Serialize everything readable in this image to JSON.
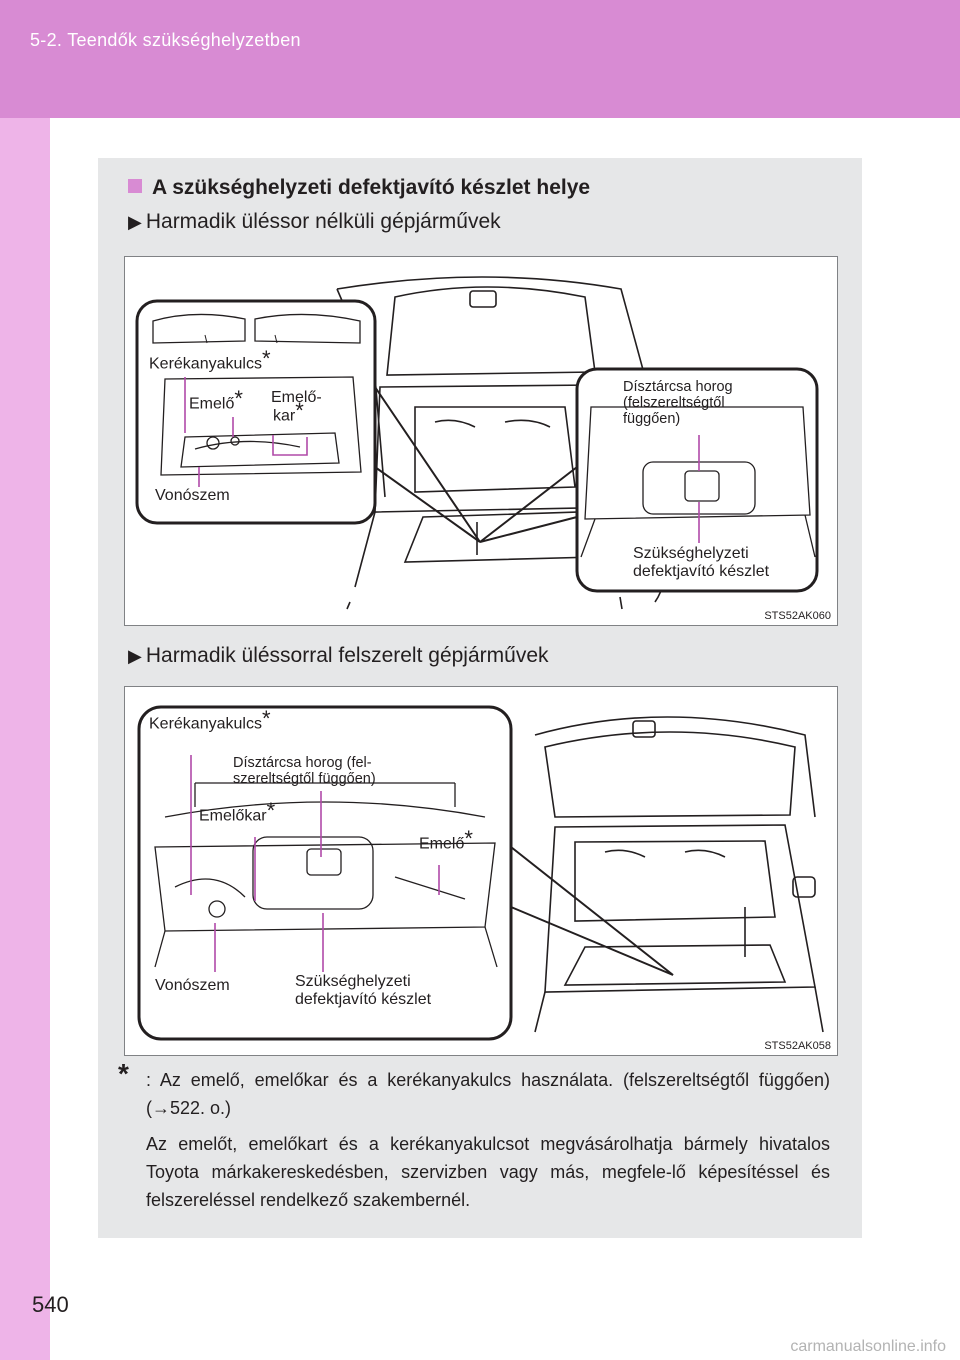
{
  "header": {
    "section": "5-2. Teendők szükséghelyzetben"
  },
  "page": {
    "number": "540"
  },
  "panel": {
    "heading": "A szükséghelyzeti defektjavító készlet helye",
    "variant_a": {
      "label": "Harmadik üléssor nélküli gépjárművek",
      "code": "STS52AK060",
      "callouts": {
        "wheel_nut_wrench": "Kerékanyakulcs",
        "jack": "Emelő",
        "jack_handle_1": "Emelő-",
        "jack_handle_2": "kar",
        "tow_eye": "Vonószem",
        "hook_1": "Dísztárcsa horog",
        "hook_2": "(felszereltségtől",
        "hook_3": "függően)",
        "kit_1": "Szükséghelyzeti",
        "kit_2": "defektjavító készlet"
      }
    },
    "variant_b": {
      "label": "Harmadik üléssorral felszerelt gépjárművek",
      "code": "STS52AK058",
      "callouts": {
        "wheel_nut_wrench": "Kerékanyakulcs",
        "hook_1": "Dísztárcsa horog (fel-",
        "hook_2": "szereltségtől függően)",
        "jack_handle": "Emelőkar",
        "jack": "Emelő",
        "tow_eye": "Vonószem",
        "kit_1": "Szükséghelyzeti",
        "kit_2": "defektjavító készlet"
      }
    },
    "asterisk": "*",
    "note_1": ": Az emelő, emelőkar és a kerékanyakulcs használata. (felszereltségtől függően) (→522. o.)",
    "note_2": "Az emelőt, emelőkart és a kerékanyakulcsot megvásárolhatja bármely hivatalos Toyota márkakereskedésben, szervizben vagy más, megfele-lő képesítéssel és felszereléssel rendelkező szakembernél."
  },
  "watermark": "carmanualsonline.info",
  "colors": {
    "accent": "#d88bd3",
    "side": "#eeb4e8",
    "panel": "#e6e7e8",
    "leader": "#b04aa8"
  }
}
